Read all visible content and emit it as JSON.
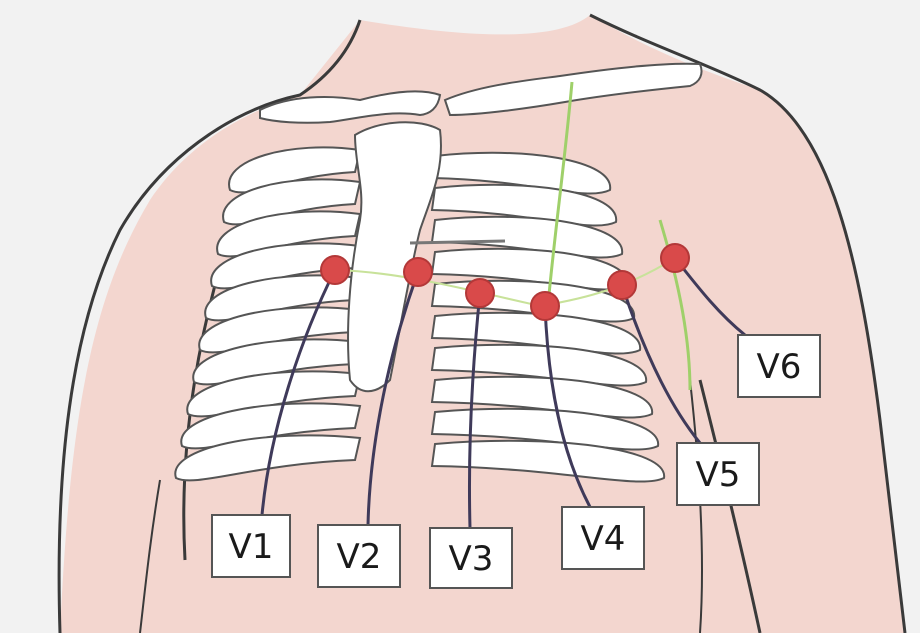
{
  "diagram": {
    "electrodes": [
      {
        "id": "V1",
        "label": "V1"
      },
      {
        "id": "V2",
        "label": "V2"
      },
      {
        "id": "V3",
        "label": "V3"
      },
      {
        "id": "V4",
        "label": "V4"
      },
      {
        "id": "V5",
        "label": "V5"
      },
      {
        "id": "V6",
        "label": "V6"
      }
    ],
    "colors": {
      "background": "#f2f2f2",
      "skin": "#f3d6cf",
      "outline": "#3a3a3a",
      "rib": "#ffffff",
      "rib_outline": "#555555",
      "electrode": "#d94a4a",
      "wire": "#3f3a5a",
      "guide_line": "#9fd06a"
    }
  }
}
